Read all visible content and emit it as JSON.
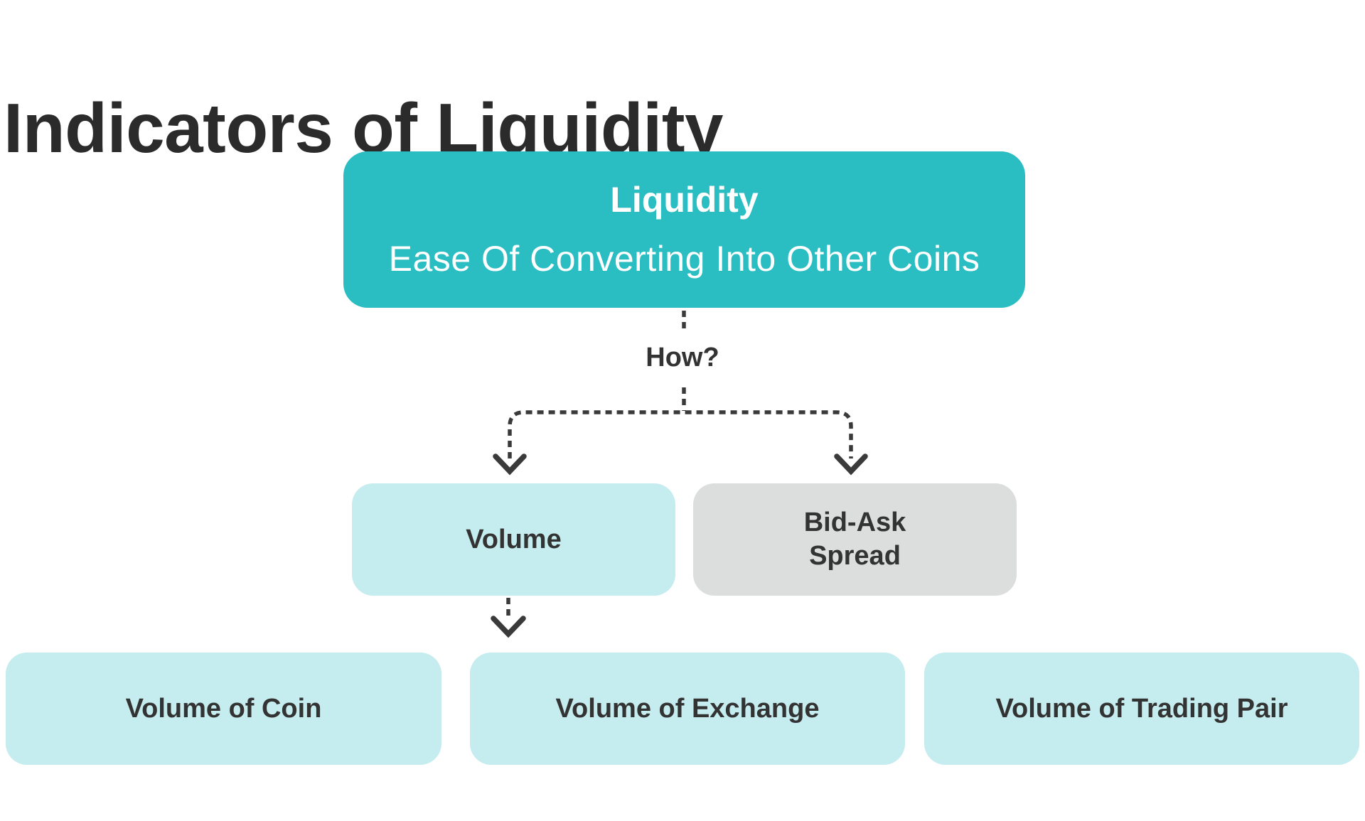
{
  "page": {
    "title": "Indicators of Liquidity",
    "background": "#ffffff",
    "title_color": "#2b2b2b"
  },
  "diagram": {
    "root": {
      "title": "Liquidity",
      "subtitle": "Ease Of Converting Into Other Coins",
      "fill": "#2abec2",
      "text_color": "#ffffff"
    },
    "how_label": "How?",
    "level2": [
      {
        "id": "volume",
        "label": "Volume",
        "fill": "#c5ecee"
      },
      {
        "id": "bid-ask-spread",
        "label_line1": "Bid-Ask",
        "label_line2": "Spread",
        "fill": "#dbdedd"
      }
    ],
    "level3": [
      {
        "id": "volume-of-coin",
        "label": "Volume of Coin",
        "fill": "#c5ecee"
      },
      {
        "id": "volume-of-exchange",
        "label": "Volume of Exchange",
        "fill": "#c5ecee"
      },
      {
        "id": "volume-of-trading-pair",
        "label": "Volume of Trading Pair",
        "fill": "#c5ecee"
      }
    ],
    "arrow_color": "#3a3a3a",
    "node_text_color": "#333333"
  }
}
